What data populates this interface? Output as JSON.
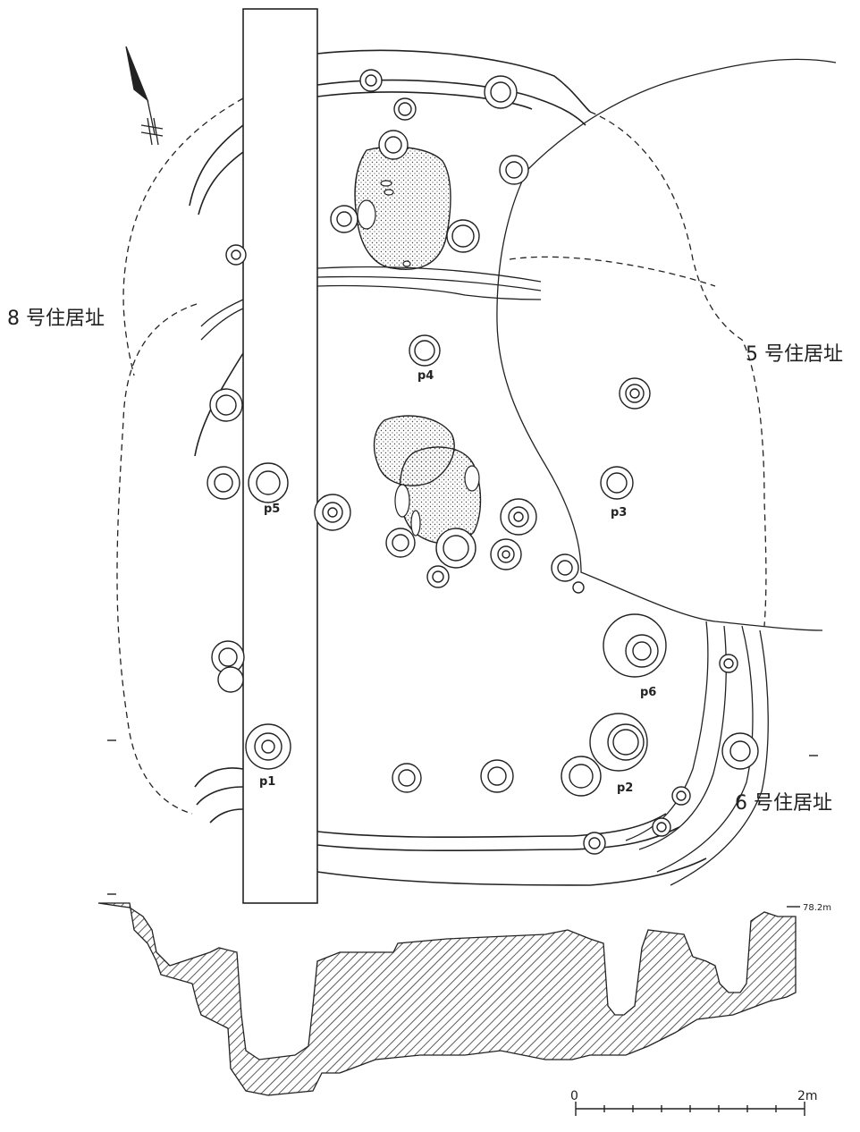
{
  "dwellings": {
    "house8": "8 号住居址",
    "house5": "5 号住居址",
    "house6": "6 号住居址"
  },
  "pits": {
    "p1": "p1",
    "p2": "p2",
    "p3": "p3",
    "p4": "p4",
    "p5": "p5",
    "p6": "p6"
  },
  "section": {
    "elevation": "78.2m"
  },
  "scale_bar": {
    "start": "0",
    "end": "2m"
  },
  "colors": {
    "ink": "#222222",
    "hatch": "#333333",
    "paper": "#ffffff"
  }
}
